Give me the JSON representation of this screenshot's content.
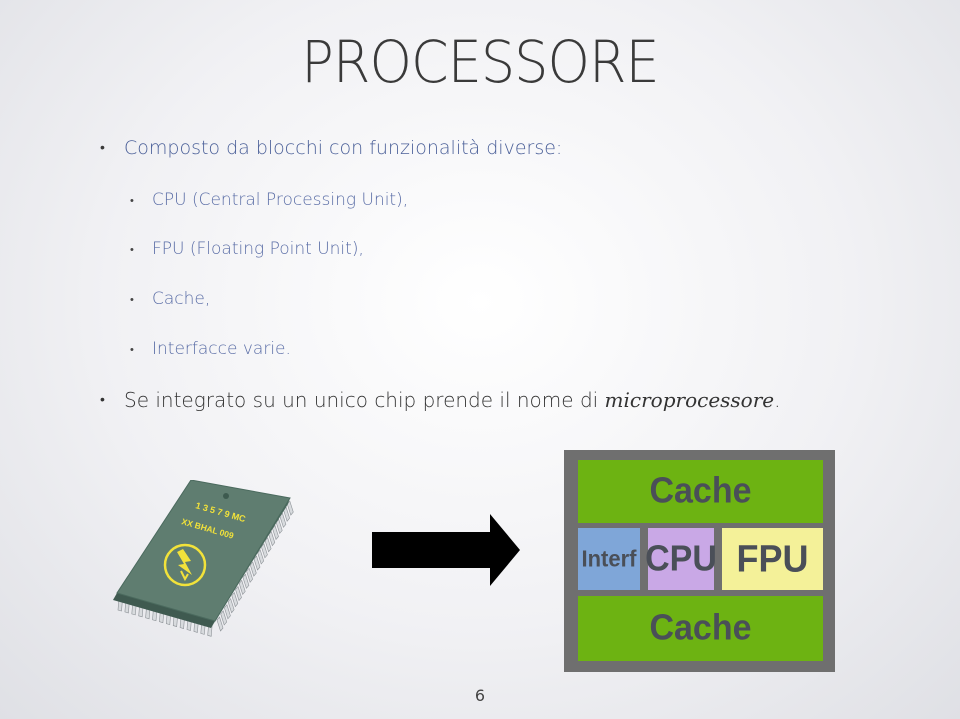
{
  "slide": {
    "title": "PROCESSORE",
    "bullet_main": "Composto da blocchi con funzionalità diverse:",
    "sub_bullets": [
      "CPU (Central Processing Unit),",
      "FPU (Floating Point Unit),",
      "Cache,",
      "Interfacce varie."
    ],
    "bullet_second_prefix": "Se integrato su un unico chip prende il nome di ",
    "bullet_second_emph": "microprocessore",
    "bullet_second_suffix": ".",
    "page_number": "6"
  },
  "chip_image": {
    "label_line1": "1 3 5 7 9 MC",
    "label_line2": "XX BHAL 009",
    "body_color": "#5c7a6e",
    "label_color": "#f2e23a"
  },
  "diagram": {
    "cache_top": "Cache",
    "interf": "Interf",
    "cpu": "CPU",
    "fpu": "FPU",
    "cache_bottom": "Cache",
    "colors": {
      "frame": "#6f6f6f",
      "cache": "#6db312",
      "interf": "#7fa6d8",
      "cpu": "#c9a8e6",
      "fpu": "#f4f199"
    }
  }
}
